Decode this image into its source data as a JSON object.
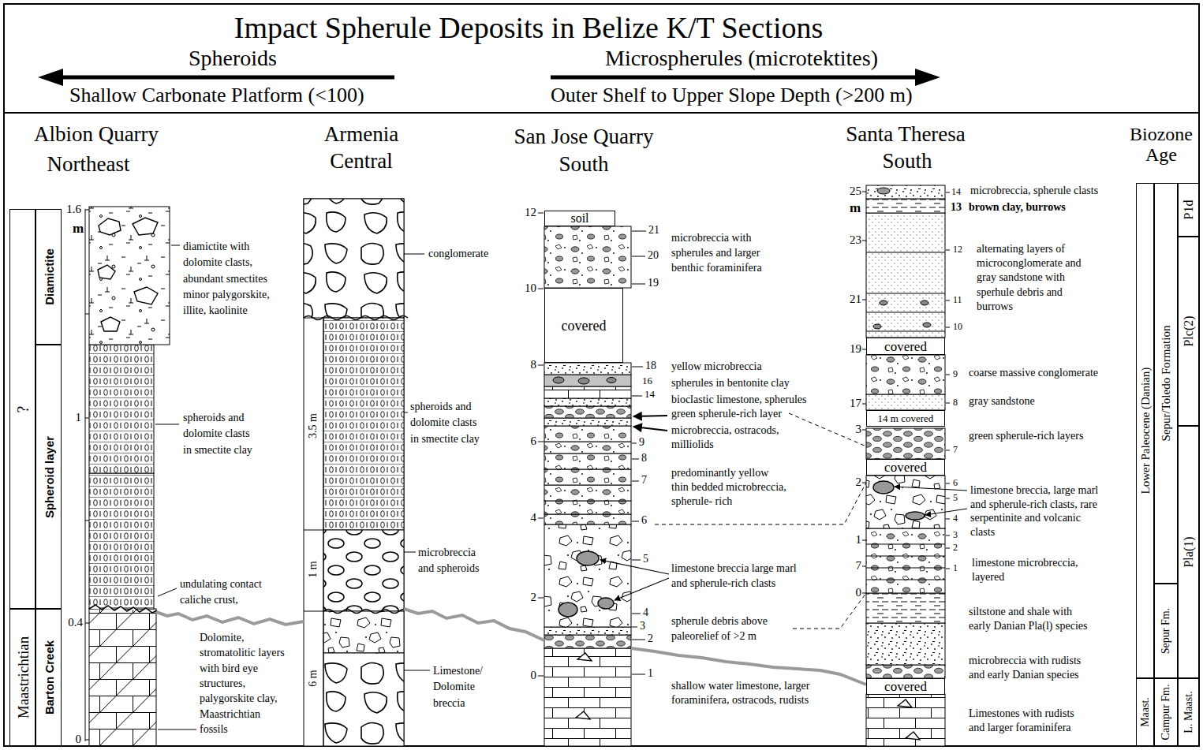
{
  "diagram": {
    "title": "Impact Spherule Deposits in Belize K/T Sections",
    "nodes": [
      {
        "text": [
          "soil"
        ]
      },
      {
        "text": [
          "covered"
        ]
      },
      {
        "text": [
          "covered"
        ]
      },
      {
        "text": [
          "14 m covered"
        ]
      },
      {
        "text": [
          "covered"
        ]
      },
      {
        "text": [
          "covered"
        ]
      },
      {
        "text": [
          "Diamictite"
        ]
      },
      {
        "text": [
          "Spheroid layer"
        ]
      },
      {
        "text": [
          "Barton Creek"
        ]
      },
      {
        "text": [
          "?"
        ]
      },
      {
        "text": [
          "Maastrichtian"
        ]
      },
      {
        "text": [
          "Lower Paleocene (Danian)"
        ]
      },
      {
        "text": [
          "Maast."
        ]
      },
      {
        "text": [
          "Sepur/Toledo Formation"
        ]
      },
      {
        "text": [
          "Sepur Fm."
        ]
      },
      {
        "text": [
          "Campur Fm."
        ]
      },
      {
        "text": [
          "P1d"
        ]
      },
      {
        "text": [
          "Plc(2)"
        ]
      },
      {
        "text": [
          "Pla(1)"
        ]
      },
      {
        "text": [
          "L. Maast."
        ]
      }
    ],
    "labels": [
      "Spheroids",
      "Microspherules (microtektites)",
      "Shallow Carbonate Platform (<100)",
      "Outer Shelf to Upper Slope Depth (>200 m)",
      "Albion Quarry",
      "Northeast",
      "Armenia",
      "Central",
      "San Jose Quarry",
      "South",
      "Santa Theresa",
      "South",
      "Biozone",
      "Age",
      "1.6",
      "m",
      "1",
      "0.4",
      "0",
      "diamictite with dolomite clasts, abundant smectites minor palygorskite, illite, kaolinite",
      "spheroids and dolomite clasts in smectite clay",
      "undulating contact caliche crust,",
      "Dolomite, stromatolitic layers with bird eye structures, palygorskite clay, Maastrichtian fossils",
      "conglomerate",
      "spheroids and dolomite clasts in smectite clay",
      "microbreccia and spheroids",
      "Limestone/ Dolomite breccia",
      "3.5 m",
      "1 m",
      "6 m",
      "12",
      "10",
      "8",
      "6",
      "4",
      "2",
      "0",
      "21",
      "20",
      "19",
      "18",
      "16",
      "14",
      "9",
      "8",
      "7",
      "6",
      "5",
      "4",
      "3",
      "2",
      "1",
      "microbreccia with spherules and larger benthic foraminifera",
      "yellow microbreccia",
      "spherules in bentonite clay",
      "bioclastic limestone, spherules",
      "green spherule-rich layer",
      "microbreccia, ostracods, milliolids",
      "predominantly yellow thin bedded microbreccia, spherule- rich",
      "limestone breccia large marl and spherule-rich clasts",
      "spherule debris above paleorelief of >2 m",
      "shallow water limestone, larger foraminifera, ostracods, rudists",
      "25",
      "m",
      "23",
      "21",
      "19",
      "17",
      "3",
      "2",
      "1",
      "7",
      "0",
      "14",
      "12",
      "11",
      "10",
      "9",
      "8",
      "7",
      "6",
      "5",
      "4",
      "3",
      "2",
      "1",
      "13",
      "microbreccia, spherule clasts",
      "brown clay, burrows",
      "alternating layers of microconglomerate and gray sandstone with sperhule debris and burrows",
      "coarse massive conglomerate",
      "gray sandstone",
      "green spherule-rich layers",
      "limestone breccia, large marl and spherule-rich clasts, rare serpentinite and volcanic clasts",
      "limestone microbreccia, layered",
      "siltstone and shale with early Danian Pla(l) species",
      "microbreccia with rudists and early Danian species",
      "Limestones with rudists and larger foraminifera"
    ]
  }
}
